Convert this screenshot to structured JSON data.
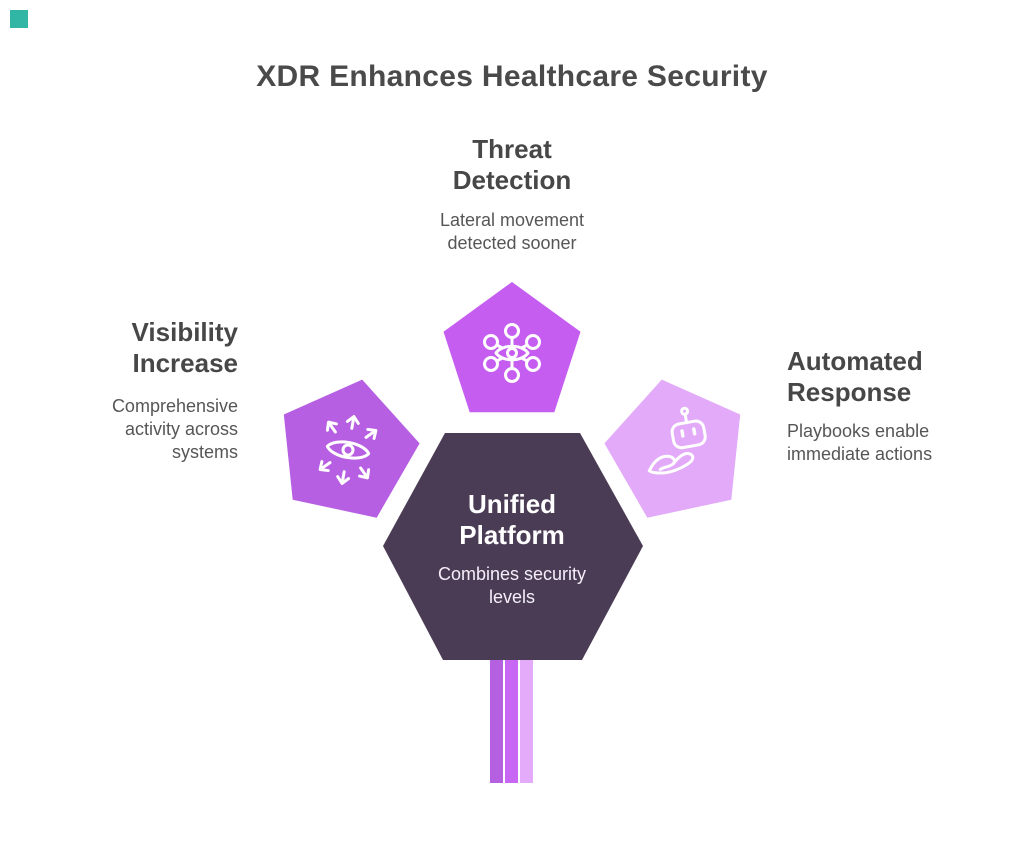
{
  "title": "XDR Enhances Healthcare Security",
  "brand": {
    "mark_color": "#31b5a5"
  },
  "colors": {
    "pentagon_top": "#c45df0",
    "pentagon_left": "#b75fe2",
    "pentagon_right": "#e2aaf8",
    "hexagon": "#4b3c55",
    "icon_stroke": "#ffffff",
    "stem": [
      "#b55fe1",
      "#c767f3",
      "#e3abf9"
    ],
    "heading_text": "#474747",
    "body_text": "#565656"
  },
  "nodes": {
    "threat": {
      "heading1": "Threat",
      "heading2": "Detection",
      "desc1": "Lateral movement",
      "desc2": "detected sooner",
      "icon": "network-eye-icon"
    },
    "visibility": {
      "heading1": "Visibility",
      "heading2": "Increase",
      "desc1": "Comprehensive",
      "desc2": "activity across",
      "desc3": "systems",
      "icon": "eye-expand-icon"
    },
    "automated": {
      "heading1": "Automated",
      "heading2": "Response",
      "desc1": "Playbooks enable",
      "desc2": "immediate actions",
      "icon": "hand-robot-icon"
    },
    "platform": {
      "heading1": "Unified",
      "heading2": "Platform",
      "desc1": "Combines security",
      "desc2": "levels"
    }
  }
}
